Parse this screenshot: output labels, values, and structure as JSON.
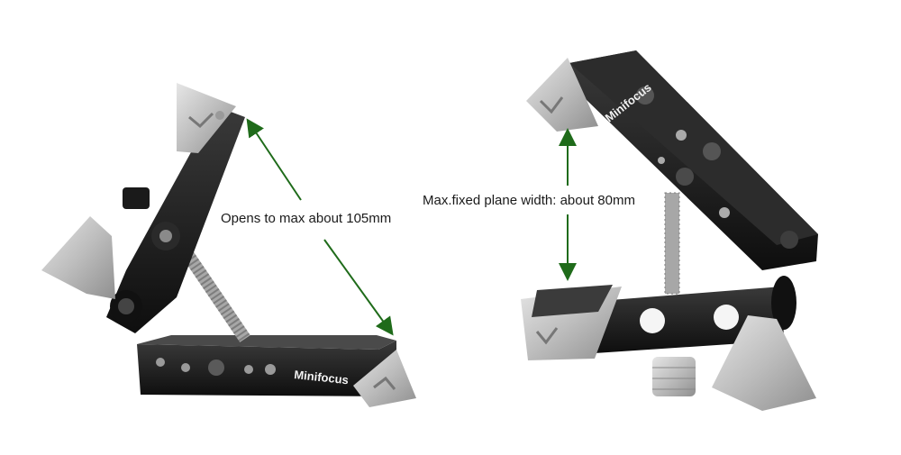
{
  "annotations": {
    "left_label": "Opens to max about 105mm",
    "right_label": "Max.fixed plane width: about 80mm"
  },
  "product": {
    "brand_left": "Minifocus",
    "brand_right": "Minifocus"
  },
  "colors": {
    "arrow": "#1f6b1a",
    "body_dark": "#1c1c1c",
    "metal_light": "#c9c9c9",
    "background": "#ffffff"
  }
}
